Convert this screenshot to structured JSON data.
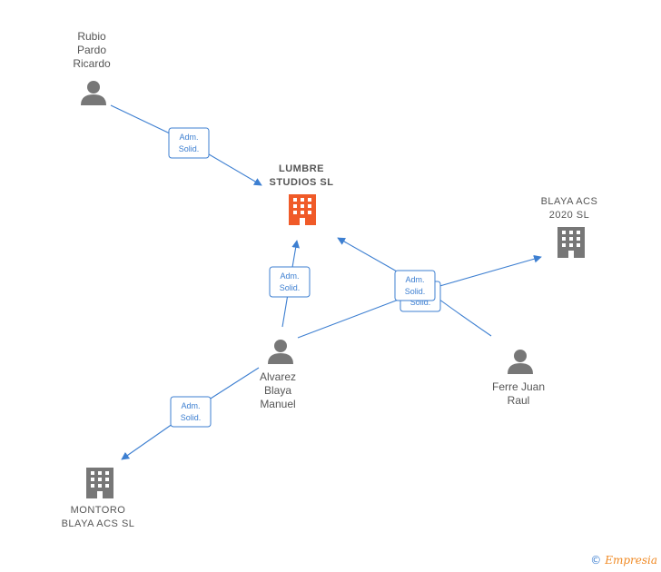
{
  "nodes": {
    "lumbre": {
      "line1": "LUMBRE",
      "line2": "STUDIOS  SL",
      "icon": "building-icon",
      "color": "#f05a28"
    },
    "blaya_acs": {
      "line1": "BLAYA ACS",
      "line2": "2020  SL",
      "icon": "building-icon",
      "color": "#777777"
    },
    "montoro": {
      "line1": "MONTORO",
      "line2": "BLAYA ACS  SL",
      "icon": "building-icon",
      "color": "#777777"
    },
    "rubio": {
      "line1": "Rubio",
      "line2": "Pardo",
      "line3": "Ricardo",
      "icon": "person-icon"
    },
    "alvarez": {
      "line1": "Alvarez",
      "line2": "Blaya",
      "line3": "Manuel",
      "icon": "person-icon"
    },
    "ferre": {
      "line1": "Ferre Juan",
      "line2": "Raul",
      "icon": "person-icon"
    }
  },
  "edges": {
    "label_line1": "Adm.",
    "label_line2": "Solid."
  },
  "colors": {
    "edge": "#3d7fd1",
    "icon_grey": "#777777",
    "main": "#f05a28"
  },
  "watermark": {
    "copyright": "©",
    "brand": "Empresia"
  }
}
